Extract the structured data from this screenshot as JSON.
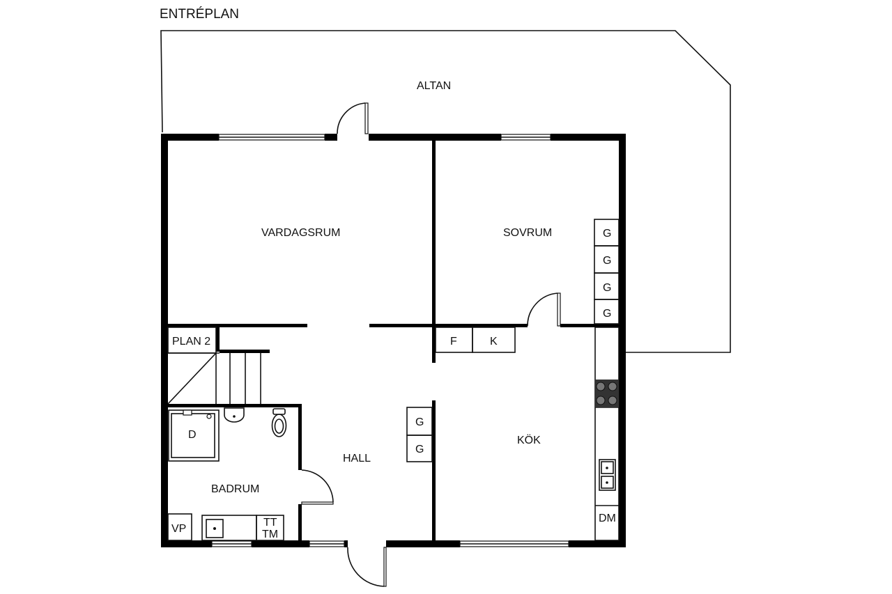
{
  "plan": {
    "title": "ENTRÉPLAN",
    "rooms": {
      "altan": "ALTAN",
      "vardagsrum": "VARDAGSRUM",
      "sovrum": "SOVRUM",
      "plan2": "PLAN 2",
      "hall": "HALL",
      "kok": "KÖK",
      "badrum": "BADRUM"
    },
    "fixtures": {
      "garderob": "G",
      "frys": "F",
      "kyl": "K",
      "dusch": "D",
      "varmepump": "VP",
      "torktumlare": "TT",
      "tvattmaskin": "TM",
      "diskmaskin": "DM"
    }
  }
}
